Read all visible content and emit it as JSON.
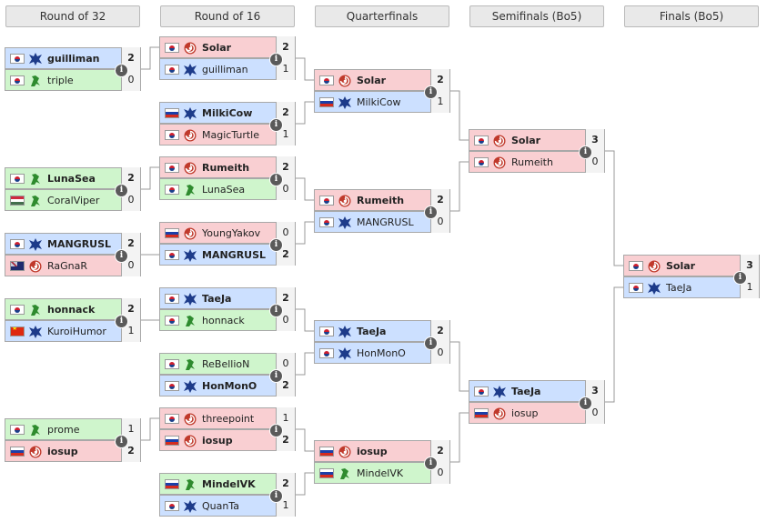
{
  "rounds": [
    {
      "label": "Round of 32"
    },
    {
      "label": "Round of 16"
    },
    {
      "label": "Quarterfinals"
    },
    {
      "label": "Semifinals (Bo5)"
    },
    {
      "label": "Finals (Bo5)"
    }
  ],
  "colors": {
    "terran": "#cce0ff",
    "zerg": "#f9cfd2",
    "protoss": "#cff5cc",
    "terran_icon": "#1d3b8a",
    "zerg_icon": "#c0392b",
    "protoss_icon": "#2e8b2e"
  },
  "matches": [
    {
      "id": "r32m1",
      "players": [
        {
          "name": "guilliman",
          "flag": "kr",
          "race": "terran",
          "score": "2",
          "win": true
        },
        {
          "name": "triple",
          "flag": "kr",
          "race": "protoss",
          "score": "0",
          "win": false
        }
      ]
    },
    {
      "id": "r32m2",
      "players": [
        {
          "name": "LunaSea",
          "flag": "kr",
          "race": "protoss",
          "score": "2",
          "win": true
        },
        {
          "name": "CoralViper",
          "flag": "hu",
          "race": "protoss",
          "score": "0",
          "win": false
        }
      ]
    },
    {
      "id": "r32m3",
      "players": [
        {
          "name": "MANGRUSL",
          "flag": "kr",
          "race": "terran",
          "score": "2",
          "win": true
        },
        {
          "name": "RaGnaR",
          "flag": "au",
          "race": "zerg",
          "score": "0",
          "win": false
        }
      ]
    },
    {
      "id": "r32m4",
      "players": [
        {
          "name": "honnack",
          "flag": "kr",
          "race": "protoss",
          "score": "2",
          "win": true
        },
        {
          "name": "KuroiHumor",
          "flag": "cn",
          "race": "terran",
          "score": "1",
          "win": false
        }
      ]
    },
    {
      "id": "r32m5",
      "players": [
        {
          "name": "prome",
          "flag": "kr",
          "race": "protoss",
          "score": "1",
          "win": false
        },
        {
          "name": "iosup",
          "flag": "ru",
          "race": "zerg",
          "score": "2",
          "win": true
        }
      ]
    },
    {
      "id": "r16m1",
      "players": [
        {
          "name": "Solar",
          "flag": "kr",
          "race": "zerg",
          "score": "2",
          "win": true
        },
        {
          "name": "guilliman",
          "flag": "kr",
          "race": "terran",
          "score": "1",
          "win": false
        }
      ]
    },
    {
      "id": "r16m2",
      "players": [
        {
          "name": "MilkiCow",
          "flag": "ru",
          "race": "terran",
          "score": "2",
          "win": true
        },
        {
          "name": "MagicTurtle",
          "flag": "kr",
          "race": "zerg",
          "score": "1",
          "win": false
        }
      ]
    },
    {
      "id": "r16m3",
      "players": [
        {
          "name": "Rumeith",
          "flag": "kr",
          "race": "zerg",
          "score": "2",
          "win": true
        },
        {
          "name": "LunaSea",
          "flag": "kr",
          "race": "protoss",
          "score": "0",
          "win": false
        }
      ]
    },
    {
      "id": "r16m4",
      "players": [
        {
          "name": "YoungYakov",
          "flag": "ru",
          "race": "zerg",
          "score": "0",
          "win": false
        },
        {
          "name": "MANGRUSL",
          "flag": "kr",
          "race": "terran",
          "score": "2",
          "win": true
        }
      ]
    },
    {
      "id": "r16m5",
      "players": [
        {
          "name": "TaeJa",
          "flag": "kr",
          "race": "terran",
          "score": "2",
          "win": true
        },
        {
          "name": "honnack",
          "flag": "kr",
          "race": "protoss",
          "score": "0",
          "win": false
        }
      ]
    },
    {
      "id": "r16m6",
      "players": [
        {
          "name": "ReBellioN",
          "flag": "kr",
          "race": "protoss",
          "score": "0",
          "win": false
        },
        {
          "name": "HonMonO",
          "flag": "kr",
          "race": "terran",
          "score": "2",
          "win": true
        }
      ]
    },
    {
      "id": "r16m7",
      "players": [
        {
          "name": "threepoint",
          "flag": "kr",
          "race": "zerg",
          "score": "1",
          "win": false
        },
        {
          "name": "iosup",
          "flag": "ru",
          "race": "zerg",
          "score": "2",
          "win": true
        }
      ]
    },
    {
      "id": "r16m8",
      "players": [
        {
          "name": "MindelVK",
          "flag": "ru",
          "race": "protoss",
          "score": "2",
          "win": true
        },
        {
          "name": "QuanTa",
          "flag": "kr",
          "race": "terran",
          "score": "1",
          "win": false
        }
      ]
    },
    {
      "id": "qfm1",
      "players": [
        {
          "name": "Solar",
          "flag": "kr",
          "race": "zerg",
          "score": "2",
          "win": true
        },
        {
          "name": "MilkiCow",
          "flag": "ru",
          "race": "terran",
          "score": "1",
          "win": false
        }
      ]
    },
    {
      "id": "qfm2",
      "players": [
        {
          "name": "Rumeith",
          "flag": "kr",
          "race": "zerg",
          "score": "2",
          "win": true
        },
        {
          "name": "MANGRUSL",
          "flag": "kr",
          "race": "terran",
          "score": "0",
          "win": false
        }
      ]
    },
    {
      "id": "qfm3",
      "players": [
        {
          "name": "TaeJa",
          "flag": "kr",
          "race": "terran",
          "score": "2",
          "win": true
        },
        {
          "name": "HonMonO",
          "flag": "kr",
          "race": "terran",
          "score": "0",
          "win": false
        }
      ]
    },
    {
      "id": "qfm4",
      "players": [
        {
          "name": "iosup",
          "flag": "ru",
          "race": "zerg",
          "score": "2",
          "win": true
        },
        {
          "name": "MindelVK",
          "flag": "ru",
          "race": "protoss",
          "score": "0",
          "win": false
        }
      ]
    },
    {
      "id": "sfm1",
      "players": [
        {
          "name": "Solar",
          "flag": "kr",
          "race": "zerg",
          "score": "3",
          "win": true
        },
        {
          "name": "Rumeith",
          "flag": "kr",
          "race": "zerg",
          "score": "0",
          "win": false
        }
      ]
    },
    {
      "id": "sfm2",
      "players": [
        {
          "name": "TaeJa",
          "flag": "kr",
          "race": "terran",
          "score": "3",
          "win": true
        },
        {
          "name": "iosup",
          "flag": "ru",
          "race": "zerg",
          "score": "0",
          "win": false
        }
      ]
    },
    {
      "id": "fm1",
      "players": [
        {
          "name": "Solar",
          "flag": "kr",
          "race": "zerg",
          "score": "3",
          "win": true
        },
        {
          "name": "TaeJa",
          "flag": "kr",
          "race": "terran",
          "score": "1",
          "win": false
        }
      ]
    }
  ]
}
